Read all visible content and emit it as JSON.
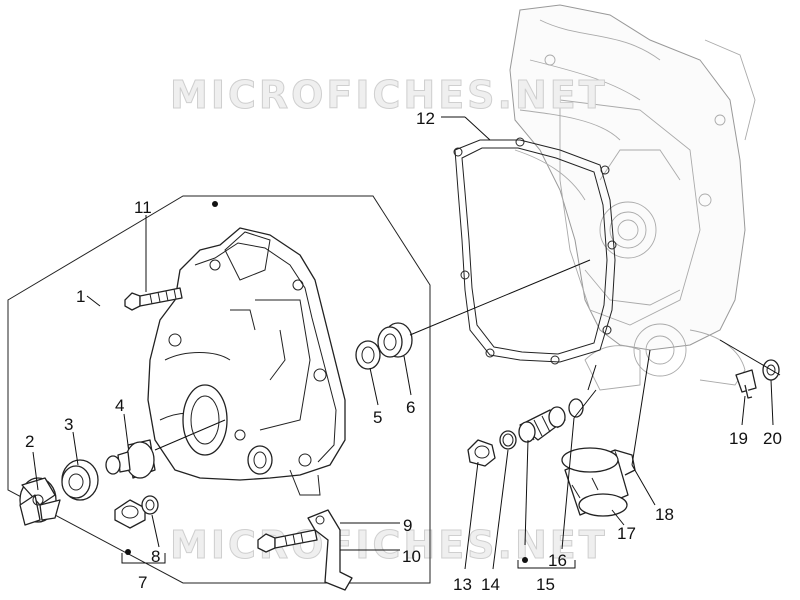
{
  "watermark": {
    "text": "MICROFICHES.NET"
  },
  "callouts": [
    {
      "id": "1",
      "label": "1"
    },
    {
      "id": "2",
      "label": "2"
    },
    {
      "id": "3",
      "label": "3"
    },
    {
      "id": "4",
      "label": "4"
    },
    {
      "id": "5",
      "label": "5"
    },
    {
      "id": "6",
      "label": "6"
    },
    {
      "id": "7",
      "label": "7"
    },
    {
      "id": "8",
      "label": "8"
    },
    {
      "id": "9",
      "label": "9"
    },
    {
      "id": "10",
      "label": "10"
    },
    {
      "id": "11",
      "label": "11"
    },
    {
      "id": "12",
      "label": "12"
    },
    {
      "id": "13",
      "label": "13"
    },
    {
      "id": "14",
      "label": "14"
    },
    {
      "id": "15",
      "label": "15"
    },
    {
      "id": "16",
      "label": "16"
    },
    {
      "id": "17",
      "label": "17"
    },
    {
      "id": "18",
      "label": "18"
    },
    {
      "id": "19",
      "label": "19"
    },
    {
      "id": "20",
      "label": "20"
    }
  ]
}
